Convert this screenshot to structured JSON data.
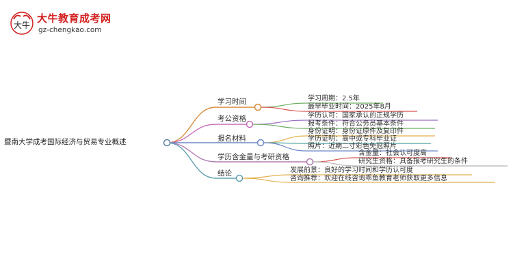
{
  "logo": {
    "title": "大牛教育成考网",
    "url": "gz-chengkao.com",
    "mark_text": "大牛"
  },
  "colors": {
    "root_line": "#5b7fa6",
    "study_time": "#d98b3a",
    "civil_service": "#c86fb9",
    "materials": "#6b87c7",
    "value": "#b07ab2",
    "conclusion": "#5f9fb0",
    "leaf_red": "#d9534f",
    "leaf_green": "#6cae62",
    "leaf_yellow": "#e3b04b",
    "leaf_purple": "#9b6fc2",
    "leaf_teal": "#4fa5a0"
  },
  "mindmap": {
    "root": "暨南大学成考国际经济与贸易专业概述",
    "branches": [
      {
        "label": "学习时间",
        "leaves": [
          "学习周期：2.5年",
          "最早毕业时间：2025年8月"
        ]
      },
      {
        "label": "考公资格",
        "leaves": [
          "学历认可：国家承认的正规学历",
          "报考条件：符合公务员基本条件"
        ]
      },
      {
        "label": "报名材料",
        "leaves": [
          "身份证明：身份证原件及复印件",
          "学历证明：高中或专科毕业证",
          "照片：近期二寸彩色免冠照片"
        ]
      },
      {
        "label": "学历含金量与考研资格",
        "leaves": [
          "含金量：社会认可度高",
          "研究生资格：具备报考研究生的条件"
        ]
      },
      {
        "label": "结论",
        "leaves": [
          "发展前景：良好的学习时间和学历认可度",
          "咨询推荐：欢迎在线咨询乖鱼教育老师获取更多信息"
        ]
      }
    ]
  }
}
